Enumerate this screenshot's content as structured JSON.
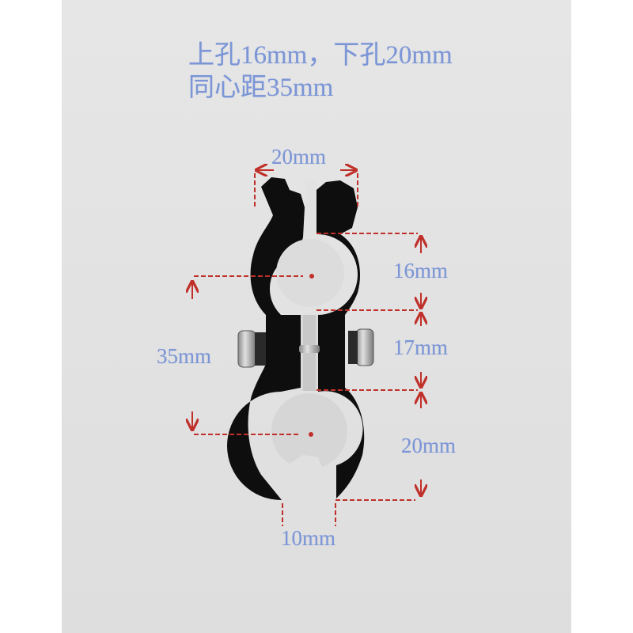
{
  "title": {
    "line1": "上孔16mm，下孔20mm",
    "line2": "同心距35mm"
  },
  "dimensions": {
    "top_width": "20mm",
    "upper_hole": "16mm",
    "middle_section": "17mm",
    "center_distance": "35mm",
    "lower_hole": "20mm",
    "bottom_gap": "10mm"
  },
  "colors": {
    "background": "#e3e3e3",
    "label_text": "#7b95d6",
    "dimension_line": "#c0302a",
    "clamp_body": "#0e0e0e",
    "hardware": "#b8b8b8"
  },
  "object": {
    "name": "double-hole-tube-clamp",
    "parts": [
      "upper-clamp-ring",
      "lower-clamp-ring",
      "bolt",
      "nut-left",
      "nut-right"
    ]
  }
}
